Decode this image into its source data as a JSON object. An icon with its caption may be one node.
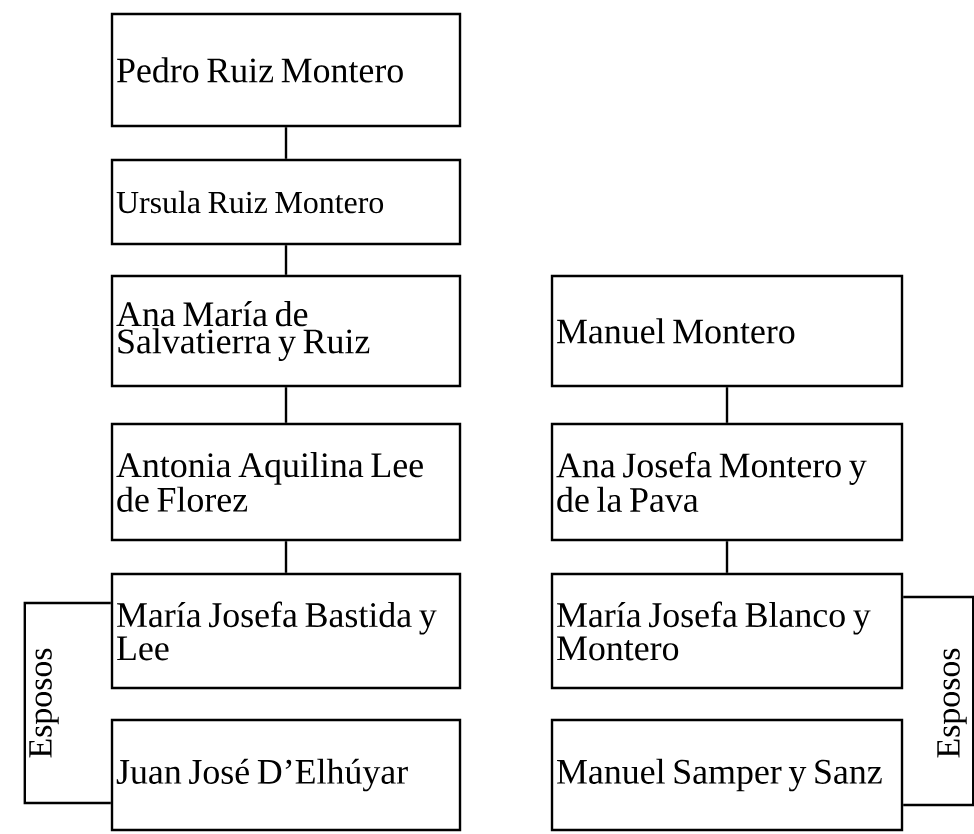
{
  "diagram": {
    "nodes": [
      {
        "text": [
          "Pedro Ruiz Montero"
        ]
      },
      {
        "text": [
          "Ursula Ruiz Montero"
        ]
      },
      {
        "text": [
          "Ana María de Salvatierra y Ruiz"
        ]
      },
      {
        "text": [
          "Antonia Aquilina Lee de Florez"
        ]
      },
      {
        "text": [
          "María Josefa Bastida y Lee"
        ]
      },
      {
        "text": [
          "Juan José D’Elhúyar"
        ]
      },
      {
        "text": [
          "Manuel Montero"
        ]
      },
      {
        "text": [
          "Ana Josefa Montero y de la Pava"
        ]
      },
      {
        "text": [
          "María Josefa Blanco y Montero"
        ]
      },
      {
        "text": [
          "Manuel Samper y Sanz"
        ]
      }
    ],
    "edges": [
      {
        "from": 0,
        "to": 1,
        "arrow": "none"
      },
      {
        "from": 1,
        "to": 2,
        "arrow": "none"
      },
      {
        "from": 2,
        "to": 3,
        "arrow": "none"
      },
      {
        "from": 3,
        "to": 4,
        "arrow": "none"
      },
      {
        "from": 6,
        "to": 7,
        "arrow": "none"
      },
      {
        "from": 7,
        "to": 8,
        "arrow": "none"
      },
      {
        "from": 4,
        "to": 5,
        "arrow": "none",
        "label": "Esposos"
      },
      {
        "from": 8,
        "to": 9,
        "arrow": "none",
        "label": "Esposos"
      }
    ]
  }
}
